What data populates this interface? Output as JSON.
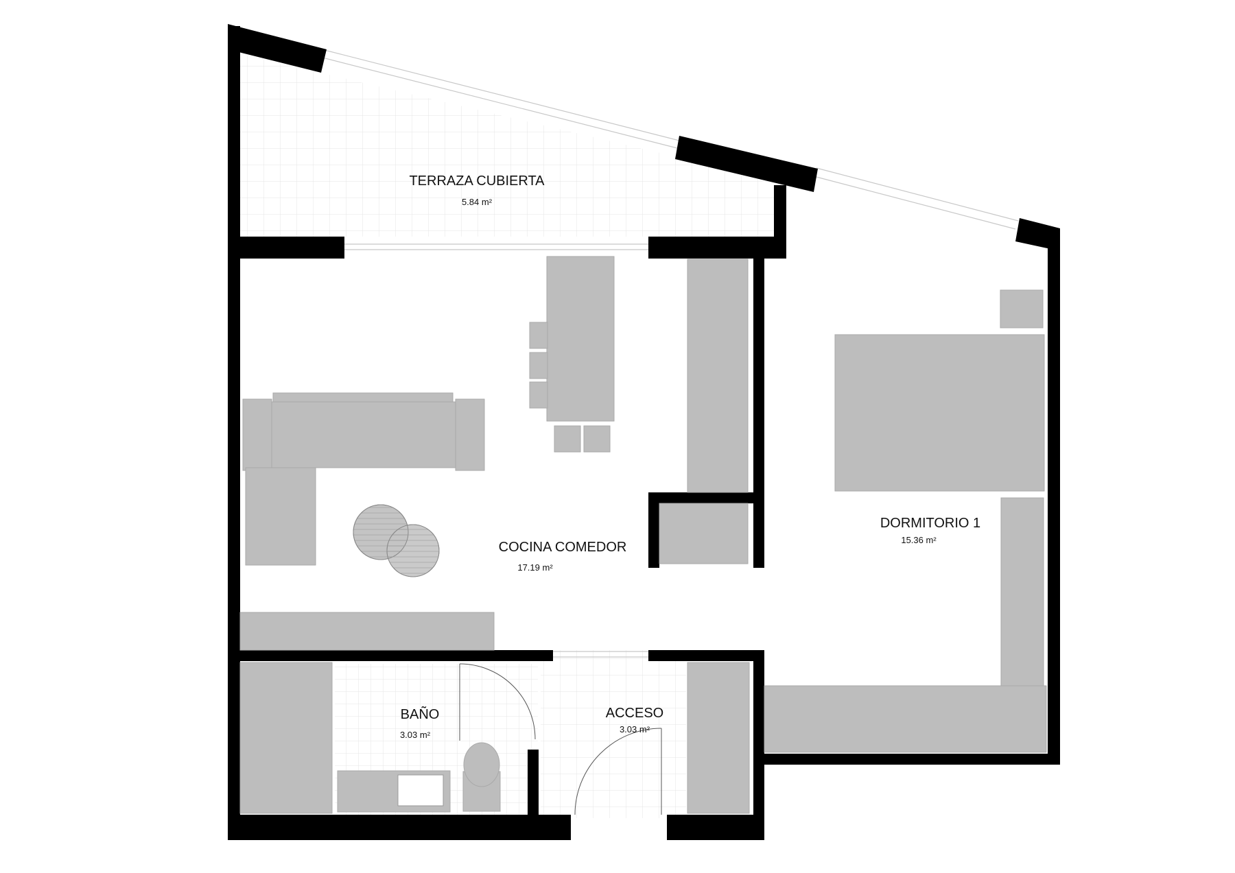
{
  "rooms": {
    "terraza": {
      "name": "TERRAZA CUBIERTA",
      "area": "5.84 m²"
    },
    "cocina": {
      "name": "COCINA COMEDOR",
      "area": "17.19 m²"
    },
    "dormitorio": {
      "name": "DORMITORIO 1",
      "area": "15.36 m²"
    },
    "bano": {
      "name": "BAÑO",
      "area": "3.03 m²"
    },
    "acceso": {
      "name": "ACCESO",
      "area": "3.03 m²"
    }
  },
  "colors": {
    "wall": "#000000",
    "furniture": "#bdbdbd",
    "furniture_edge": "#a9a9a9",
    "tile_grid": "#e4e4e4",
    "glazing": "#c8c8c8",
    "background": "#ffffff"
  }
}
